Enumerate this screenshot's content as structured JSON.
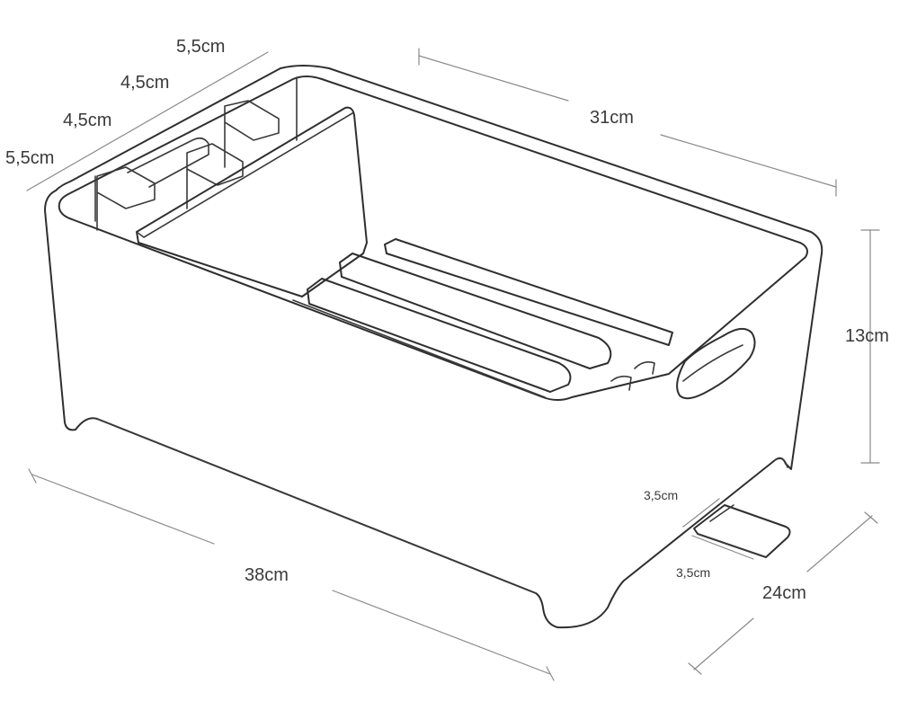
{
  "dimensions": {
    "compartment_1": "5,5cm",
    "compartment_2": "4,5cm",
    "compartment_3": "4,5cm",
    "compartment_4": "5,5cm",
    "inner_length": "31cm",
    "height": "13cm",
    "outer_length": "38cm",
    "depth": "24cm",
    "spout_width": "3,5cm",
    "spout_length": "3,5cm"
  }
}
